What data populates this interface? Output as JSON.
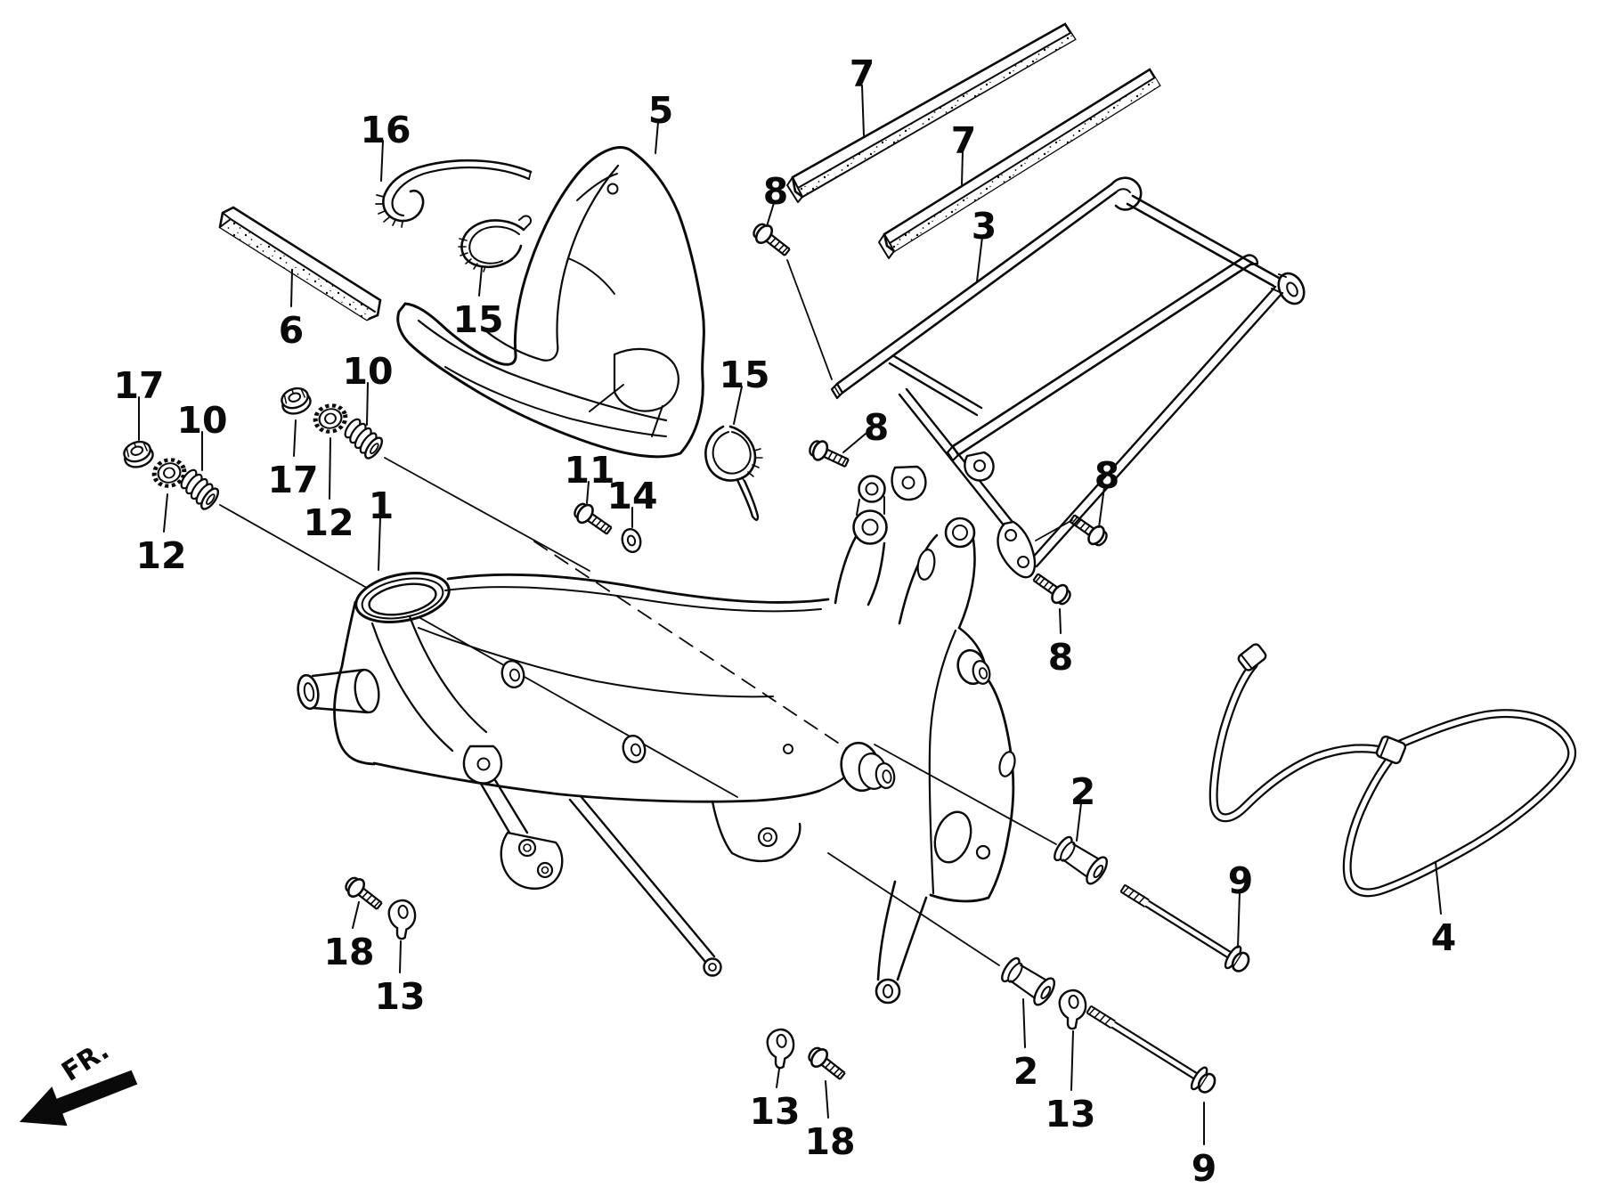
{
  "figure": {
    "kind": "exploded-parts-diagram",
    "background": "#ffffff",
    "ink": "#0a0a0a"
  },
  "direction_indicator": {
    "label": "FR."
  },
  "callouts": [
    {
      "label": "16"
    },
    {
      "label": "5"
    },
    {
      "label": "7"
    },
    {
      "label": "7"
    },
    {
      "label": "8"
    },
    {
      "label": "3"
    },
    {
      "label": "6"
    },
    {
      "label": "15"
    },
    {
      "label": "17"
    },
    {
      "label": "10"
    },
    {
      "label": "17"
    },
    {
      "label": "10"
    },
    {
      "label": "12"
    },
    {
      "label": "12"
    },
    {
      "label": "1"
    },
    {
      "label": "11"
    },
    {
      "label": "14"
    },
    {
      "label": "15"
    },
    {
      "label": "8"
    },
    {
      "label": "8"
    },
    {
      "label": "8"
    },
    {
      "label": "2"
    },
    {
      "label": "9"
    },
    {
      "label": "4"
    },
    {
      "label": "18"
    },
    {
      "label": "13"
    },
    {
      "label": "13"
    },
    {
      "label": "18"
    },
    {
      "label": "2"
    },
    {
      "label": "13"
    },
    {
      "label": "9"
    }
  ]
}
